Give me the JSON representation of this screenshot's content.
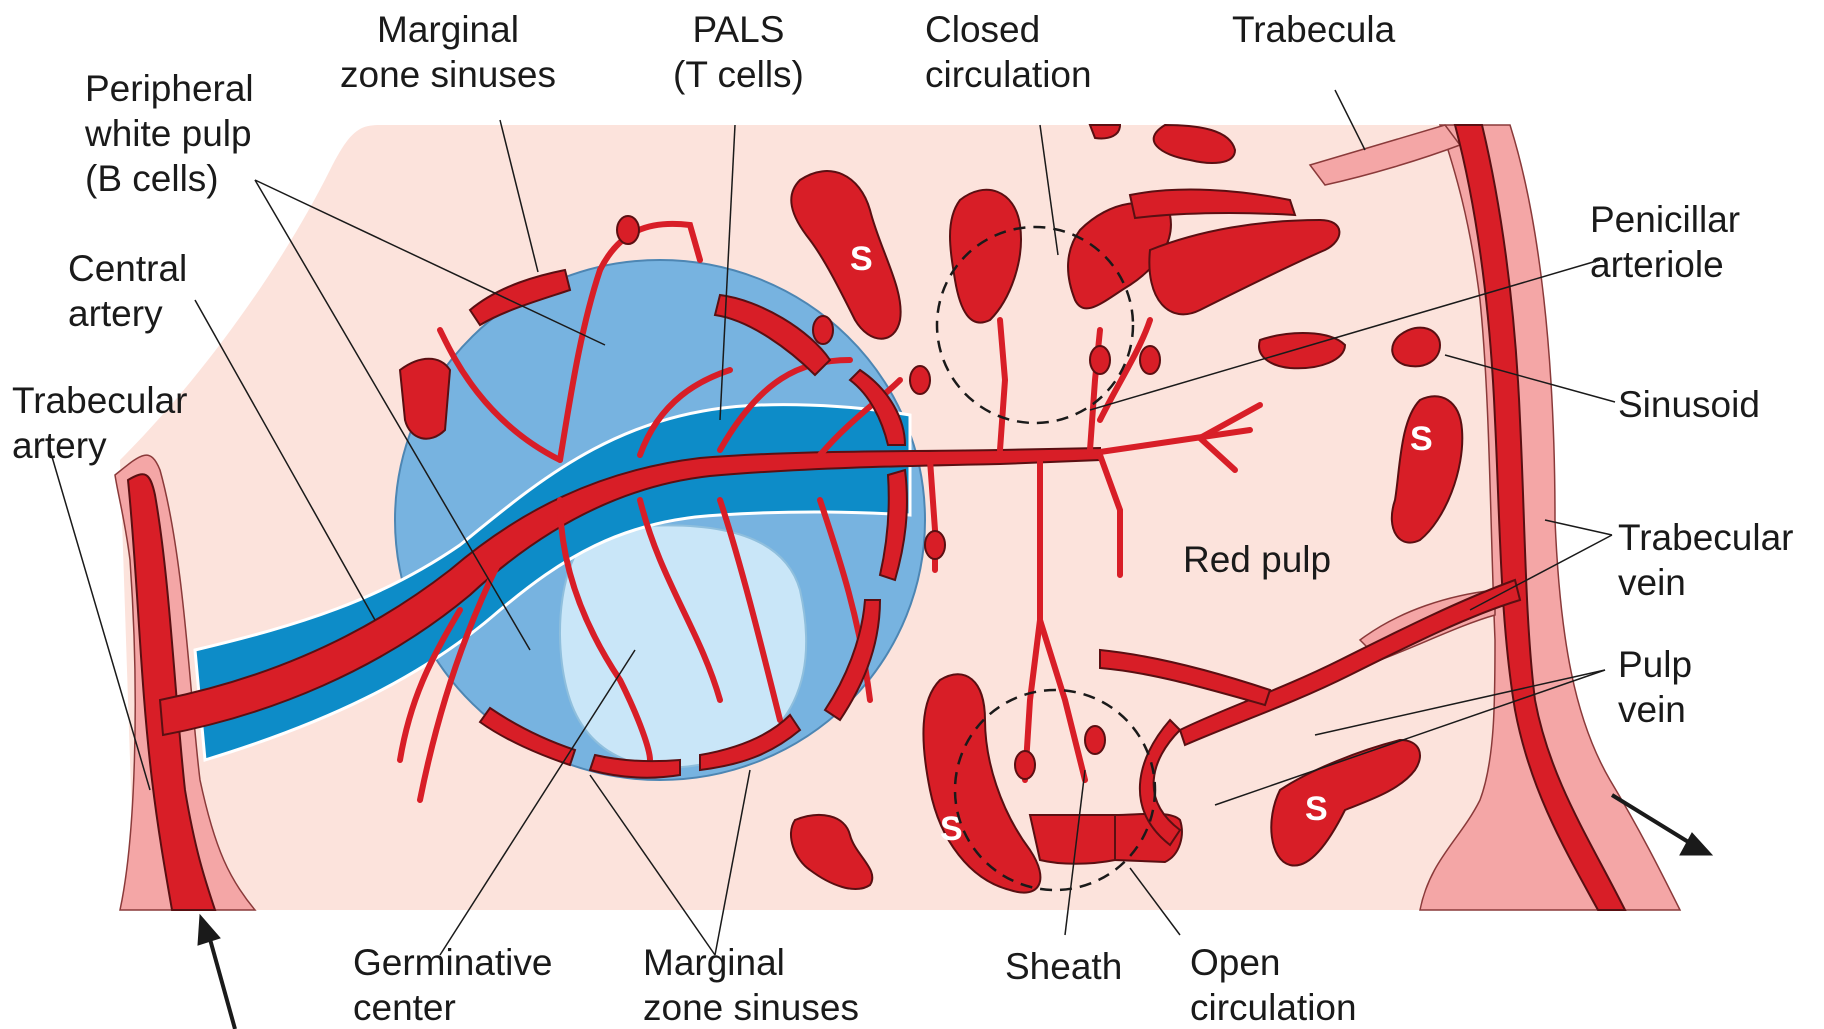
{
  "labels": {
    "marginal_zone_top": "Marginal\nzone sinuses",
    "pals": "PALS\n(T cells)",
    "closed_circulation": "Closed\ncirculation",
    "trabecula": "Trabecula",
    "peripheral_white_pulp": "Peripheral\nwhite pulp\n(B cells)",
    "central_artery": "Central\nartery",
    "trabecular_artery": "Trabecular\nartery",
    "penicillar_arteriole": "Penicillar\narteriole",
    "sinusoid": "Sinusoid",
    "trabecular_vein": "Trabecular\nvein",
    "pulp_vein": "Pulp\nvein",
    "red_pulp": "Red pulp",
    "germinative_center": "Germinative\ncenter",
    "marginal_zone_bottom": "Marginal\nzone sinuses",
    "sheath": "Sheath",
    "open_circulation": "Open\ncirculation",
    "sinus_mark": "S"
  },
  "colors": {
    "tissue": "#fce3dc",
    "capsule": "#f4a6a6",
    "vessel": "#d81e27",
    "vessel_outline": "#5a0f12",
    "white_pulp": "#77b3e0",
    "pals": "#0d8cc8",
    "germinal_center": "#c9e6f8",
    "line": "#1a1a1a"
  }
}
